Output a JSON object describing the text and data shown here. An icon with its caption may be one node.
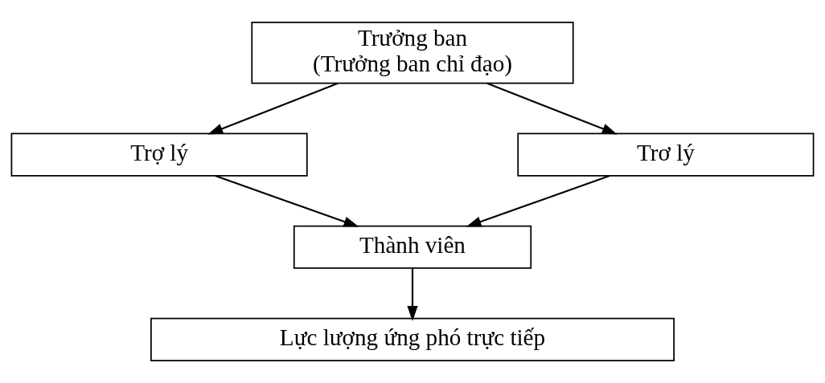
{
  "diagram": {
    "nodes": [
      {
        "text": [
          "Trưởng ban",
          "(Trưởng ban chỉ đạo)"
        ]
      },
      {
        "text": [
          "Trợ lý"
        ]
      },
      {
        "text": [
          "Trơ lý"
        ]
      },
      {
        "text": [
          "Thành viên"
        ]
      },
      {
        "text": [
          "Lực lượng ứng phó trực tiếp"
        ]
      }
    ],
    "edges": [
      {
        "from": 0,
        "to": 1,
        "arrow": "to"
      },
      {
        "from": 0,
        "to": 2,
        "arrow": "to"
      },
      {
        "from": 1,
        "to": 3,
        "arrow": "to"
      },
      {
        "from": 2,
        "to": 3,
        "arrow": "to"
      },
      {
        "from": 3,
        "to": 4,
        "arrow": "to"
      }
    ]
  }
}
